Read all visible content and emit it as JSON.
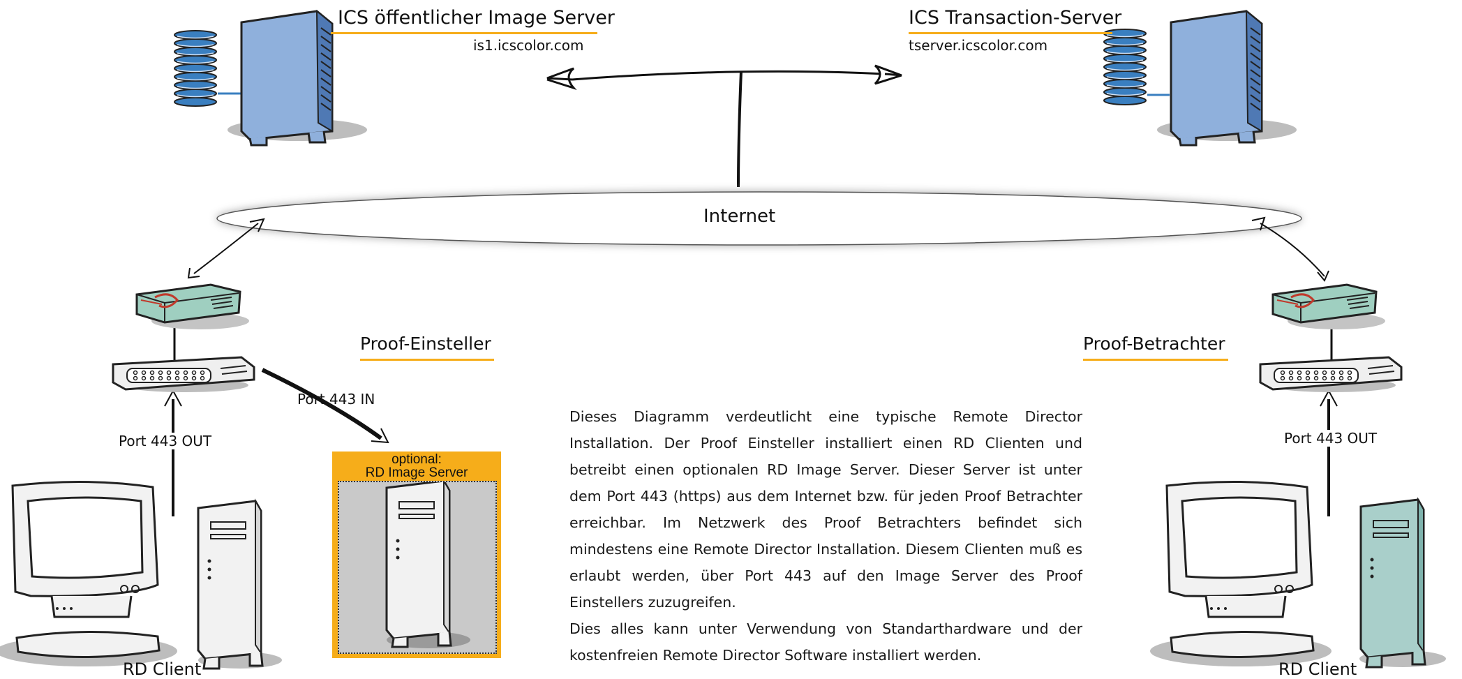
{
  "servers": {
    "image_server": {
      "title": "ICS öffentlicher Image Server",
      "host": "is1.icscolor.com"
    },
    "transaction_server": {
      "title": "ICS Transaction-Server",
      "host": "tserver.icscolor.com"
    }
  },
  "network": {
    "label": "Internet"
  },
  "sides": {
    "left": {
      "title": "Proof-Einsteller",
      "port_out": "Port 443 OUT",
      "port_in": "Port 443 IN",
      "client": "RD Client"
    },
    "right": {
      "title": "Proof-Betrachter",
      "port_out": "Port 443 OUT",
      "client": "RD Client"
    }
  },
  "optional_server": {
    "line1": "optional:",
    "line2": "RD Image Server"
  },
  "description": {
    "paragraph1": "Dieses Diagramm verdeutlicht eine typische Remote Director Installation. Der Proof Einsteller installiert einen RD Clienten und betreibt einen optionalen RD Image Server. Dieser Server ist unter dem Port 443 (https) aus dem Internet bzw. für jeden Proof Betrachter erreichbar. Im Netzwerk des Proof Betrachters befindet sich mindestens eine Remote Director Installation. Diesem Clienten muß es erlaubt werden, über Port 443 auf den Image Server des Proof Einstellers zuzugreifen.",
    "paragraph2": "Dies alles kann unter Verwendung von Standarthardware und der kostenfreien Remote Director Software installiert werden."
  },
  "colors": {
    "accent": "#f6ad1a",
    "server_blue": "#8fb0dc",
    "router_green": "#9fcfc0",
    "teal_tower": "#a9cfca"
  }
}
